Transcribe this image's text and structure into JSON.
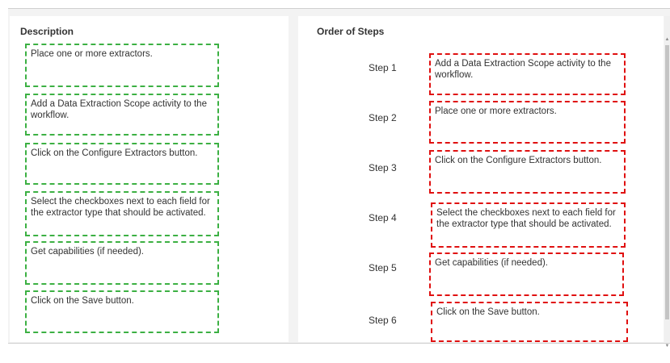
{
  "description": {
    "title": "Description",
    "items": [
      "Place one or more extractors.",
      "Add a Data Extraction Scope activity to the workflow.",
      "Click on the Configure Extractors button.",
      "Select the checkboxes next to each field for the extractor type that should be activated.",
      "Get capabilities (if needed).",
      "Click on the Save button."
    ]
  },
  "order": {
    "title": "Order of Steps",
    "steps": [
      {
        "label": "Step 1",
        "text": "Add a Data Extraction Scope activity to the workflow."
      },
      {
        "label": "Step 2",
        "text": "Place one or more extractors."
      },
      {
        "label": "Step 3",
        "text": "Click on the Configure Extractors button."
      },
      {
        "label": "Step 4",
        "text": "Select the checkboxes next to each field for the extractor type that should be activated."
      },
      {
        "label": "Step 5",
        "text": "Get capabilities (if needed)."
      },
      {
        "label": "Step 6",
        "text": "Click on the Save button."
      }
    ]
  },
  "scrollbar": {
    "up_icon": "▲",
    "down_icon": "▼"
  },
  "colors": {
    "source_border": "#3cb043",
    "target_border": "#e01010",
    "box_border": "#a8d0e6"
  }
}
